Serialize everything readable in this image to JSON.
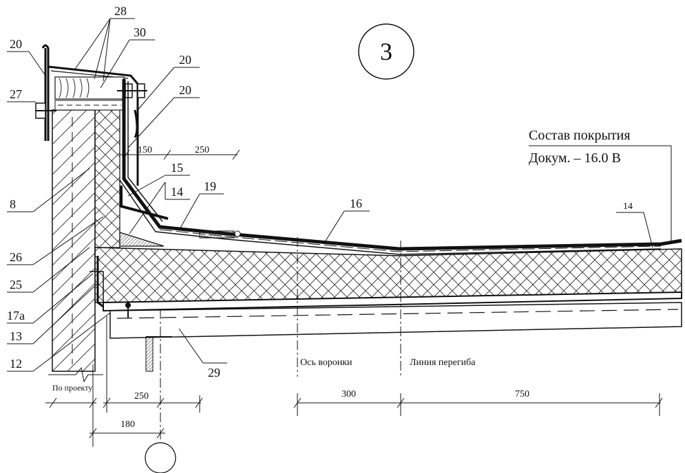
{
  "detail_number": "3",
  "coating": {
    "title": "Состав покрытия",
    "doc": "Докум. – 16.0 В"
  },
  "callouts": {
    "c28": "28",
    "c30": "30",
    "c20a": "20",
    "c20b": "20",
    "c20c": "20",
    "c27": "27",
    "c8": "8",
    "c26": "26",
    "c25": "25",
    "c17a": "17а",
    "c13": "13",
    "c12": "12",
    "c15": "15",
    "c14": "14",
    "c19": "19",
    "c16": "16",
    "c14r": "14",
    "c29": "29"
  },
  "dimensions": {
    "d150": "150",
    "d250top": "250",
    "d250bot": "250",
    "d180": "180",
    "d300": "300",
    "d750": "750",
    "by_project": "По проекту"
  },
  "axes": {
    "funnel_axis": "Ось воронки",
    "bend_line": "Линия перегиба"
  },
  "colors": {
    "ink": "#111111",
    "paper": "#ffffff"
  }
}
